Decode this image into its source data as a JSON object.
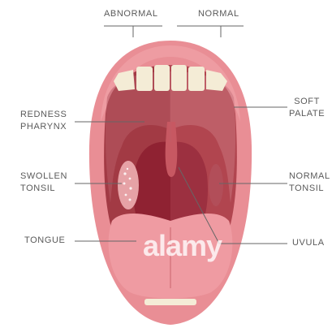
{
  "header": {
    "abnormal": "ABNORMAL",
    "normal": "NORMAL"
  },
  "labels": {
    "redness_pharynx": [
      "REDNESS",
      "PHARYNX"
    ],
    "swollen_tonsil": [
      "SWOLLEN",
      "TONSIL"
    ],
    "tongue": "TONGUE",
    "soft_palate": [
      "SOFT",
      "PALATE"
    ],
    "normal_tonsil": [
      "NORMAL",
      "TONSIL"
    ],
    "uvula": "UVULA"
  },
  "watermark": "alamy",
  "colors": {
    "lips": "#e98e95",
    "lips_shadow": "#d9787f",
    "mouth_normal": "#b1454f",
    "mouth_abnormal": "#a23a44",
    "pharynx_normal": "#9c3040",
    "pharynx_abnormal": "#8f2232",
    "teeth": "#f4ecd6",
    "tongue": "#ef9ba2",
    "uvula": "#c75862",
    "tonsil_abnormal": "#e6a2a6",
    "leader": "#666666"
  }
}
